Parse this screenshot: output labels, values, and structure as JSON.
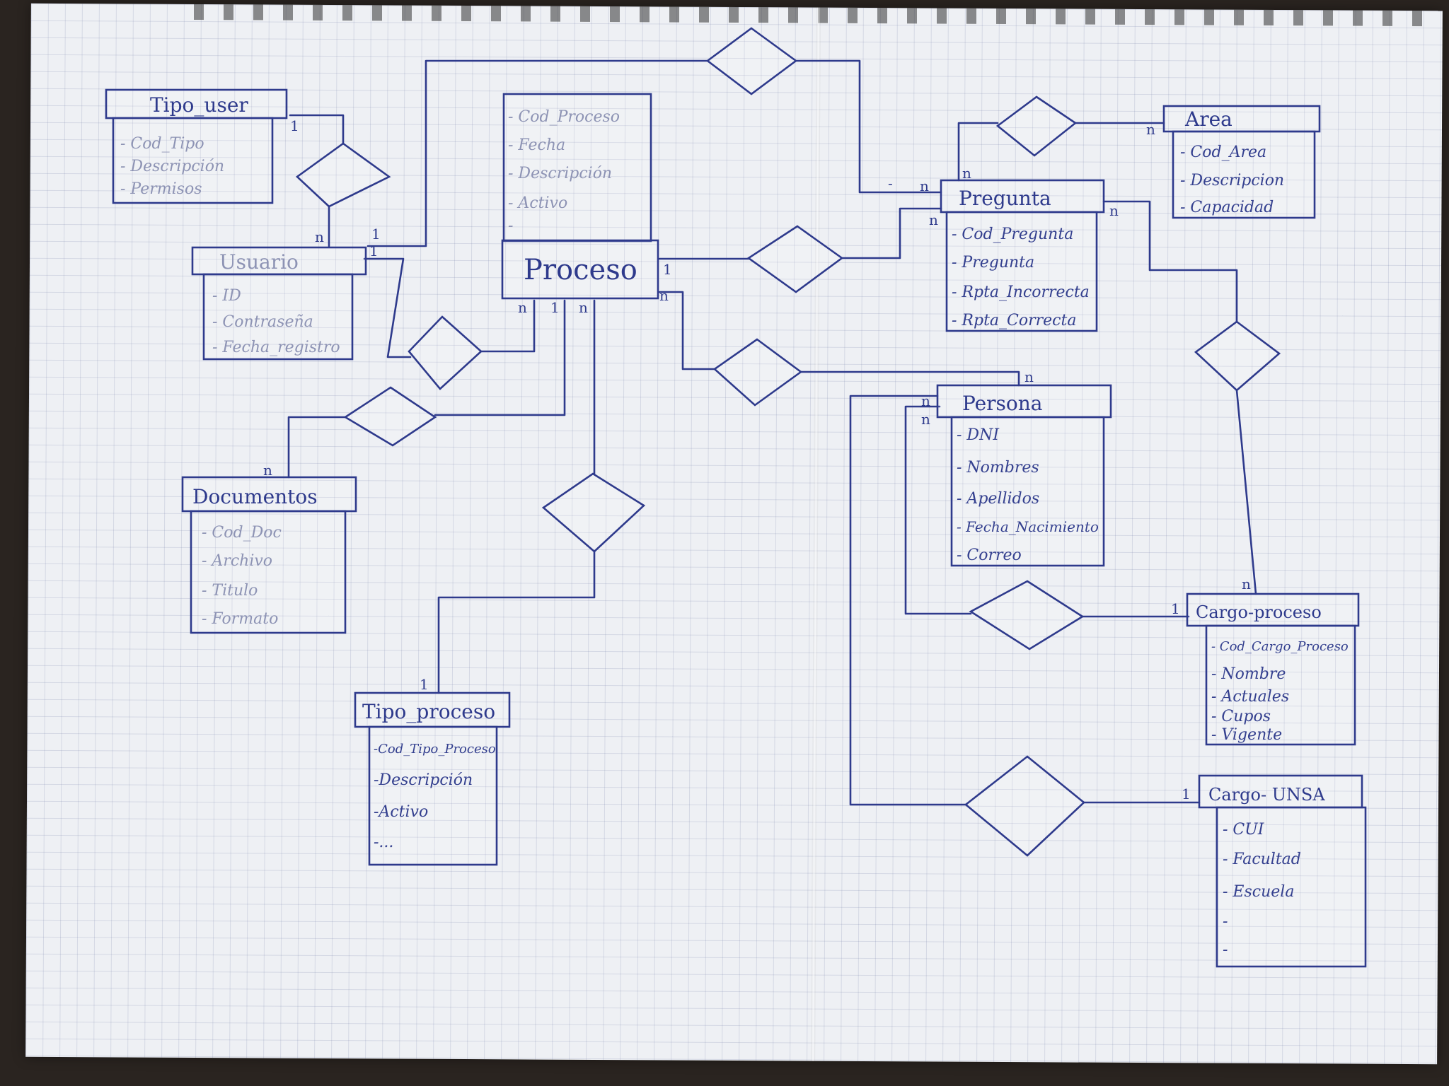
{
  "entities": {
    "tipo_user": {
      "title": "Tipo_user",
      "attrs": [
        "- Cod_Tipo",
        "- Descripción",
        "- Permisos"
      ]
    },
    "usuario": {
      "title": "Usuario",
      "attrs": [
        "- ID",
        "- Contraseña",
        "- Fecha_registro"
      ]
    },
    "proceso": {
      "title": "Proceso",
      "attrs": [
        "- Cod_Proceso",
        "- Fecha",
        "- Descripción",
        "- Activo",
        "-"
      ]
    },
    "documentos": {
      "title": "Documentos",
      "attrs": [
        "- Cod_Doc",
        "- Archivo",
        "- Titulo",
        "- Formato"
      ]
    },
    "tipo_proceso": {
      "title": "Tipo_proceso",
      "attrs": [
        "-Cod_Tipo_Proceso",
        "-Descripción",
        "-Activo",
        "-..."
      ]
    },
    "pregunta": {
      "title": "Pregunta",
      "attrs": [
        "- Cod_Pregunta",
        "- Pregunta",
        "- Rpta_Incorrecta",
        "- Rpta_Correcta"
      ]
    },
    "area": {
      "title": "Area",
      "attrs": [
        "- Cod_Area",
        "- Descripcion",
        "- Capacidad"
      ]
    },
    "persona": {
      "title": "Persona",
      "attrs": [
        "- DNI",
        "- Nombres",
        "- Apellidos",
        "- Fecha_Nacimiento",
        "- Correo"
      ]
    },
    "cargo_proceso": {
      "title": "Cargo-proceso",
      "attrs": [
        "- Cod_Cargo_Proceso",
        "- Nombre",
        "- Actuales",
        "- Cupos",
        "- Vigente"
      ]
    },
    "cargo_unsa": {
      "title": "Cargo- UNSA",
      "attrs": [
        "- CUI",
        "- Facultad",
        "- Escuela",
        "-",
        "-"
      ]
    }
  },
  "cardinalities": {
    "tipo_user_1": "1",
    "usuario_n": "n",
    "usuario_1a": "1",
    "usuario_1b": "1",
    "pregunta_dash": "-",
    "pregunta_n_top": "n",
    "pregunta_n_a": "n",
    "pregunta_n_b": "n",
    "pregunta_n_right": "n",
    "area_n": "n",
    "proceso_1_right": "1",
    "proceso_n_right": "n",
    "proceso_n_bottom_a": "n",
    "proceso_1_bottom": "1",
    "proceso_n_bottom_b": "n",
    "documentos_n": "n",
    "tipo_proceso_1": "1",
    "persona_n_top": "n",
    "persona_n_a": "n",
    "persona_n_b": "n",
    "cargo_proceso_n": "n",
    "cargo_proceso_1": "1",
    "cargo_unsa_1": "1"
  }
}
